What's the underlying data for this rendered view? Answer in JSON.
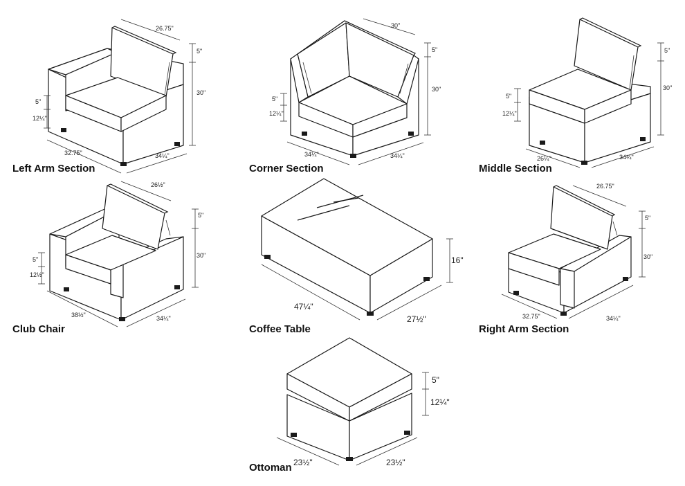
{
  "sections": {
    "left_arm": {
      "title": "Left Arm Section",
      "dims": {
        "top": "26.75\"",
        "back": "5\"",
        "height": "30\"",
        "cushion": "5\"",
        "seat": "12¼\"",
        "width": "32.75\"",
        "depth": "34¼\""
      }
    },
    "corner": {
      "title": "Corner Section",
      "dims": {
        "top": "30\"",
        "back": "5\"",
        "height": "30\"",
        "cushion": "5\"",
        "seat": "12¼\"",
        "width": "34¼\"",
        "depth": "34¼\""
      }
    },
    "middle": {
      "title": "Middle Section",
      "dims": {
        "back": "5\"",
        "height": "30\"",
        "cushion": "5\"",
        "seat": "12¼\"",
        "width": "26¼\"",
        "depth": "34¼\""
      }
    },
    "club_chair": {
      "title": "Club Chair",
      "dims": {
        "top": "26½\"",
        "back": "5\"",
        "height": "30\"",
        "cushion": "5\"",
        "seat": "12½\"",
        "width": "38½\"",
        "depth": "34¼\""
      }
    },
    "coffee_table": {
      "title": "Coffee Table",
      "dims": {
        "height": "16\"",
        "width": "47¼\"",
        "depth": "27½\""
      }
    },
    "right_arm": {
      "title": "Right Arm Section",
      "dims": {
        "top": "26.75\"",
        "back": "5\"",
        "height": "30\"",
        "width": "32.75\"",
        "depth": "34¼\""
      }
    },
    "ottoman": {
      "title": "Ottoman",
      "dims": {
        "cushion": "5\"",
        "seat": "12¼\"",
        "width": "23½\"",
        "depth": "23½\""
      }
    }
  }
}
